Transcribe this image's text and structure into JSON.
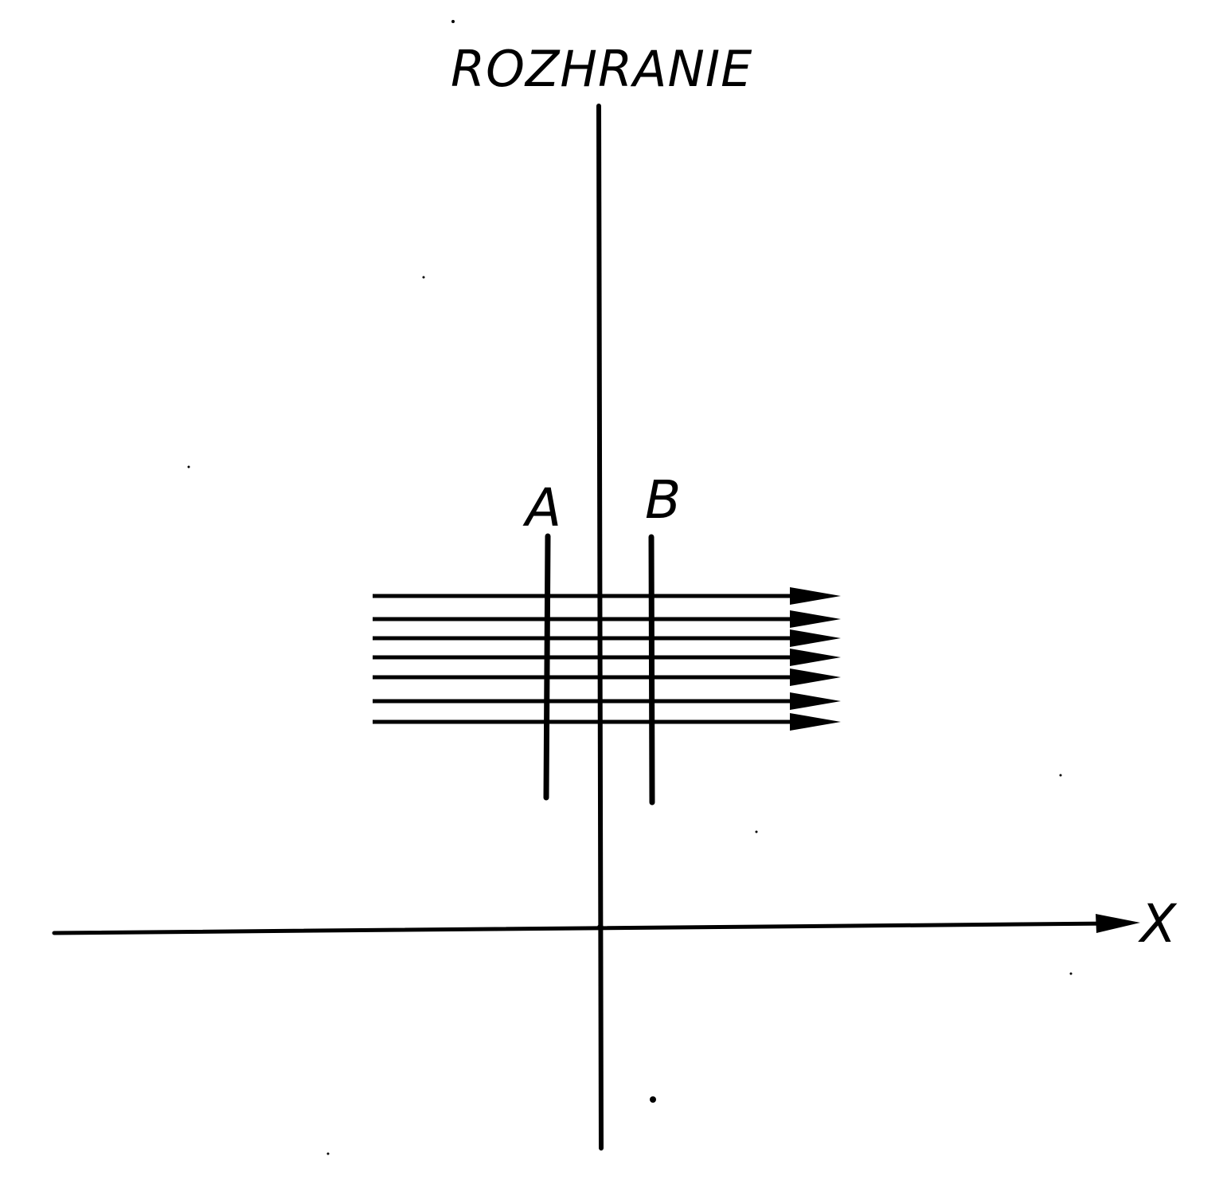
{
  "diagram": {
    "title": "ROZHRANIE",
    "plane_a_label": "A",
    "plane_b_label": "B",
    "axis_label": "X",
    "field_line_count": 7,
    "colors": {
      "ink": "#000000",
      "paper": "#ffffff"
    }
  }
}
